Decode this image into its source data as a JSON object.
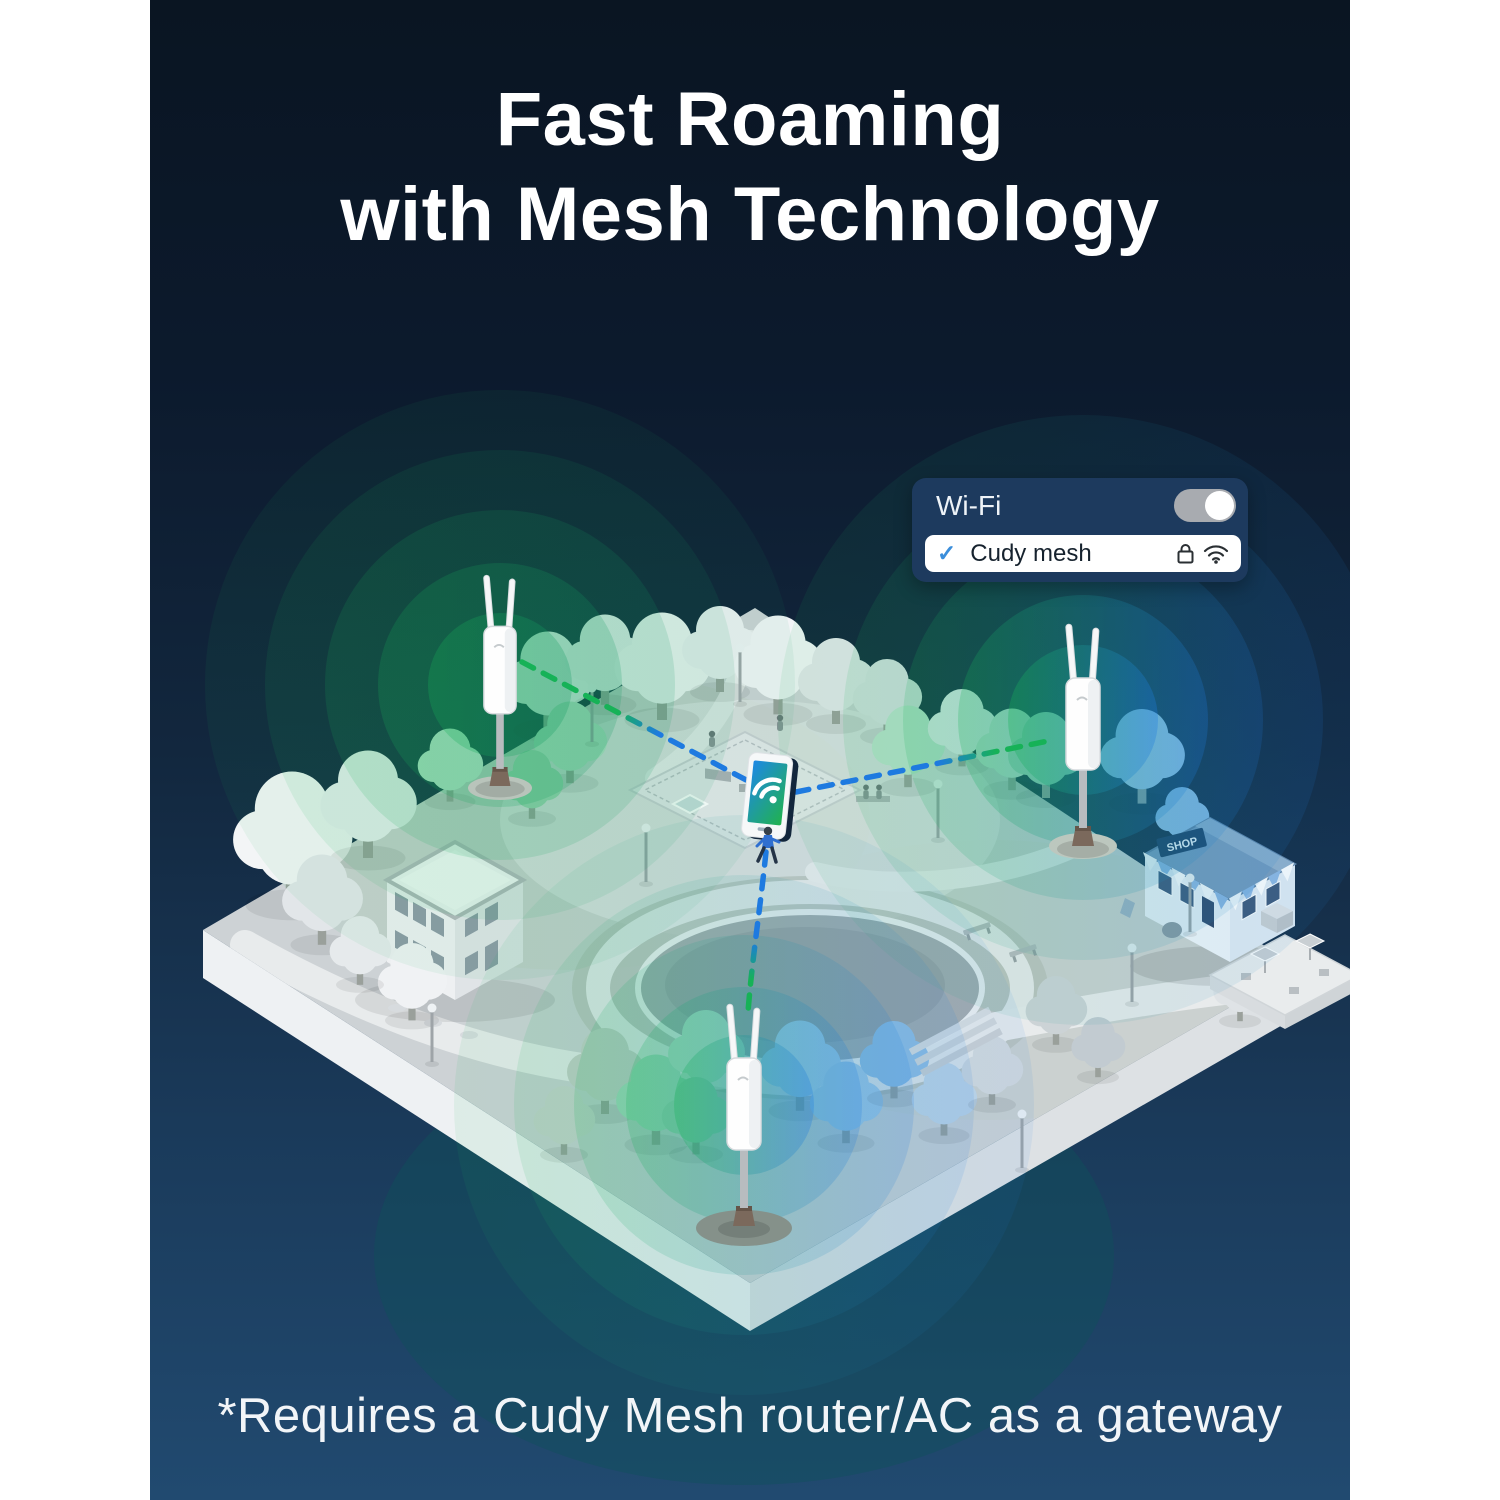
{
  "title": {
    "line1": "Fast Roaming",
    "line2": "with Mesh Technology"
  },
  "wifi_card": {
    "label": "Wi-Fi",
    "toggle_state": "on",
    "network_name": "Cudy mesh",
    "network_selected": true,
    "network_secured": true
  },
  "icons": {
    "selected_check": "✓"
  },
  "scene": {
    "shop_sign": "SHOP",
    "access_point_count": 3
  },
  "footer": {
    "note": "*Requires a Cudy Mesh router/AC as a gateway"
  },
  "colors": {
    "title_text": "#ffffff",
    "card_bg": "#1d3a5e",
    "toggle_track": "#a8abb0",
    "toggle_knob": "#ffffff",
    "check_blue": "#3b8edb",
    "signal_green": "#16b257",
    "signal_blue": "#1e7ae0",
    "screen_blue": "#1e88e5",
    "screen_green": "#21b24e",
    "panel_top": "#0a1522",
    "panel_bottom": "#214a70"
  }
}
